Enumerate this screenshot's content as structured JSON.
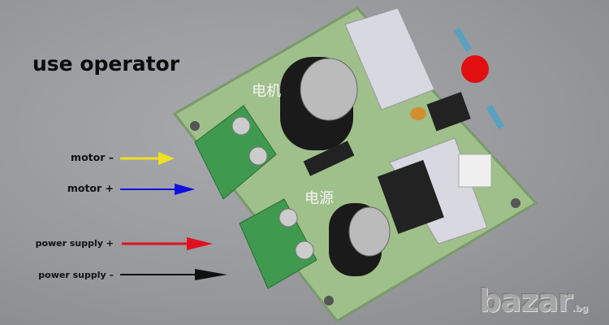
{
  "title": "use operator",
  "labels": {
    "motor_minus": "motor –",
    "motor_plus": "motor +",
    "power_plus": "power supply +",
    "power_minus": "power supply –"
  },
  "arrow_colors": {
    "motor_minus": "#f0e020",
    "motor_plus": "#1010e0",
    "power_plus": "#e01020",
    "power_minus": "#101010"
  },
  "board_text": {
    "motor": "电机",
    "power": "电源"
  },
  "watermark": {
    "brand": "bazar",
    "tld": ".bg"
  }
}
